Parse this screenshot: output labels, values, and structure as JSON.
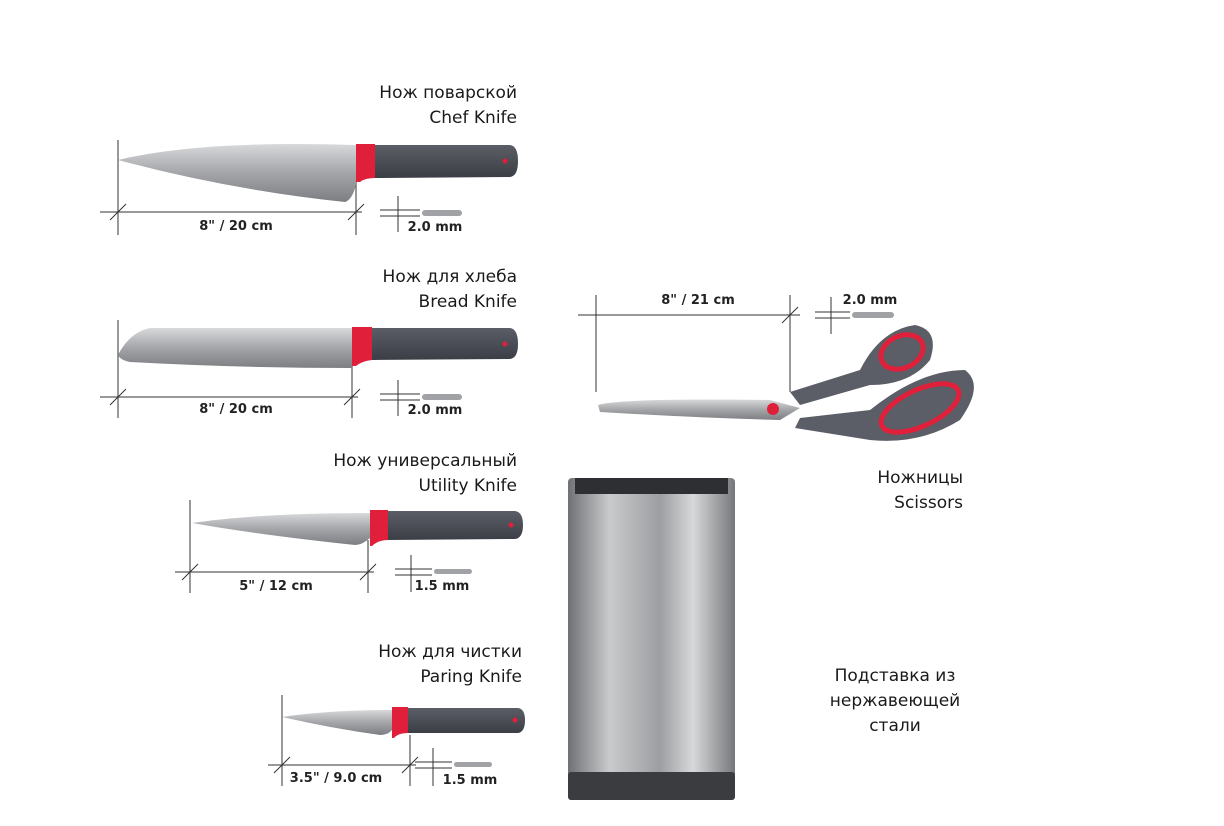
{
  "items": [
    {
      "name_ru": "Нож поварской",
      "name_en": "Chef Knife",
      "length": "8\" / 20 cm",
      "thickness": "2.0 mm"
    },
    {
      "name_ru": "Нож для хлеба",
      "name_en": "Bread Knife",
      "length": "8\" / 20 cm",
      "thickness": "2.0 mm"
    },
    {
      "name_ru": "Нож универсальный",
      "name_en": "Utility Knife",
      "length": "5\" / 12 cm",
      "thickness": "1.5 mm"
    },
    {
      "name_ru": "Нож для чистки",
      "name_en": "Paring Knife",
      "length": "3.5\" / 9.0 cm",
      "thickness": "1.5 mm"
    }
  ],
  "scissors": {
    "name_ru": "Ножницы",
    "name_en": "Scissors",
    "length": "8\" / 21 cm",
    "thickness": "2.0 mm"
  },
  "block": {
    "line1": "Подставка из",
    "line2": "нержавеющей",
    "line3": "стали"
  },
  "colors": {
    "accent": "#e0203a",
    "handle": "#4a4d55",
    "steel": "#a9abae",
    "dimension_line": "#333333"
  }
}
